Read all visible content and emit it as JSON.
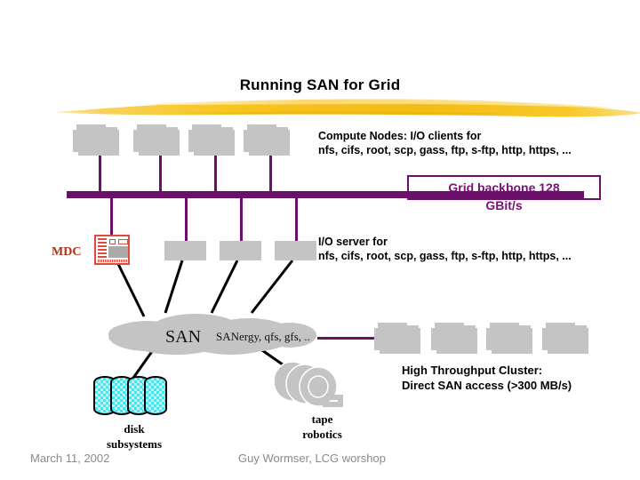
{
  "slide": {
    "title": "Running SAN for Grid",
    "accent_purple": "#6b0f6b",
    "accent_yellow": "#f5c518",
    "accent_red": "#e04a3c",
    "node_grey": "#c4c4c4",
    "disk_cyan": "#3fe8f0"
  },
  "annotations": {
    "compute_nodes_line1": "Compute Nodes:  I/O clients for",
    "compute_nodes_line2": "nfs, cifs, root, scp, gass, ftp, s-ftp, http, https, ...",
    "grid_backbone_line1": "Grid backbone 128",
    "grid_backbone_line2": "GBit/s",
    "io_server_line1": "I/O server for",
    "io_server_line2": "nfs, cifs, root, scp, gass, ftp, s-ftp, http, https, ...",
    "cluster_line1": "High Throughput Cluster:",
    "cluster_line2": "Direct SAN access (>300 MB/s)",
    "mdc_label": "MDC",
    "san_label": "SAN",
    "san_filesystems": "SANergy, qfs, gfs, ..",
    "disk_line1": "disk",
    "disk_line2": "subsystems",
    "tape_line1": "tape",
    "tape_line2": "robotics"
  },
  "footer": {
    "date": "March 11, 2002",
    "author": "Guy Wormser, LCG worshop"
  }
}
